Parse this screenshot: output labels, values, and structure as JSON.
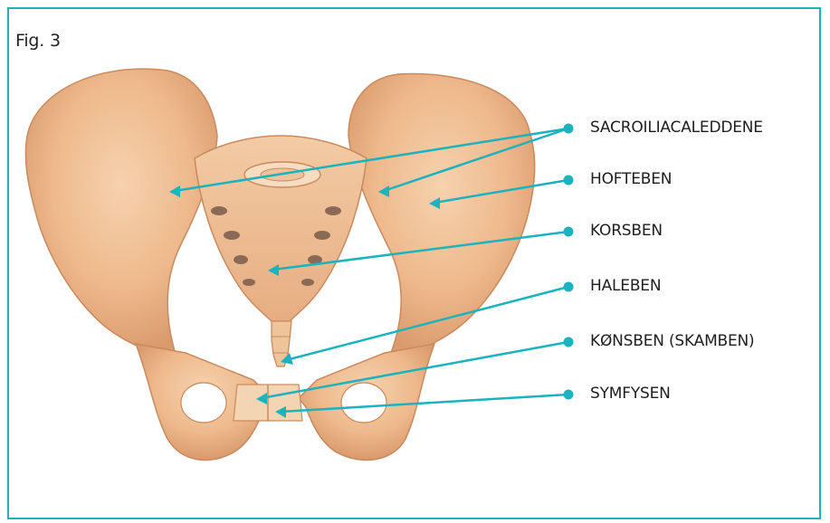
{
  "figure": {
    "title": "Fig. 3",
    "accent_color": "#1bb3bd",
    "labels": [
      {
        "id": "sacroiliacaleddene",
        "text": "SACROILIACALEDDENE"
      },
      {
        "id": "hofteben",
        "text": "HOFTEBEN"
      },
      {
        "id": "korsben",
        "text": "KORSBEN"
      },
      {
        "id": "haleben",
        "text": "HALEBEN"
      },
      {
        "id": "konsben",
        "text": "KØNSBEN (SKAMBEN)"
      },
      {
        "id": "symfysen",
        "text": "SYMFYSEN"
      }
    ]
  }
}
